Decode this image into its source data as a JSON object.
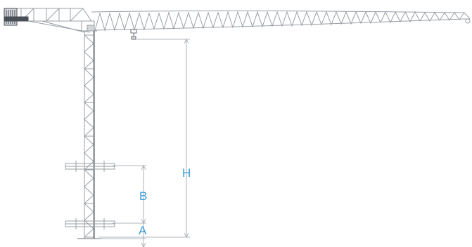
{
  "labels": {
    "height": "H",
    "tie_spacing": "B",
    "first_tie": "A"
  },
  "colors": {
    "structure": "#9aa0a6",
    "structure_dark": "#4a4f55",
    "dimension": "#6b7075",
    "label": "#3a9bd6",
    "background": "#ffffff"
  }
}
